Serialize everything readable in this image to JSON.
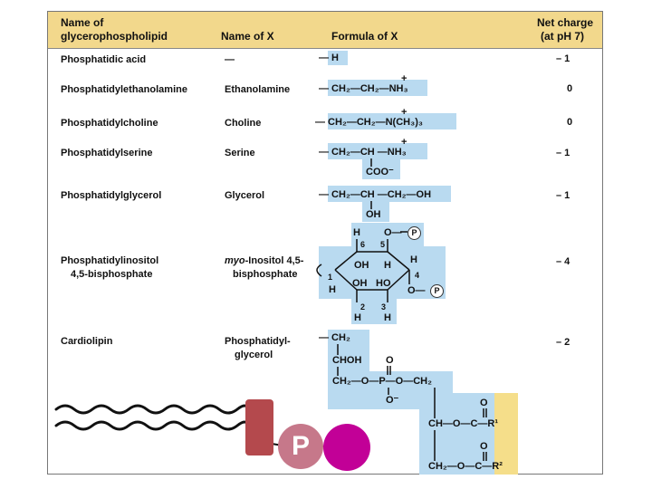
{
  "header": {
    "col1_line1": "Name of",
    "col1_line2": "glycerophospholipid",
    "col2": "Name of X",
    "col3": "Formula of X",
    "col4_line1": "Net charge",
    "col4_line2": "(at pH 7)"
  },
  "rows": [
    {
      "name": "Phosphatidic acid",
      "x_name": "—",
      "charge": "– 1"
    },
    {
      "name": "Phosphatidylethanolamine",
      "x_name": "Ethanolamine",
      "charge": "0"
    },
    {
      "name": "Phosphatidylcholine",
      "x_name": "Choline",
      "charge": "0"
    },
    {
      "name": "Phosphatidylserine",
      "x_name": "Serine",
      "charge": "– 1"
    },
    {
      "name": "Phosphatidylglycerol",
      "x_name": "Glycerol",
      "charge": "– 1"
    },
    {
      "name_line1": "Phosphatidylinositol",
      "name_line2": "4,5-bisphosphate",
      "x_name_italic": "myo",
      "x_name_line1": "-Inositol 4,5-",
      "x_name_line2": "bisphosphate",
      "charge": "– 4"
    },
    {
      "name": "Cardiolipin",
      "x_name_line1": "Phosphatidyl-",
      "x_name_line2": "glycerol",
      "charge": "– 2"
    }
  ],
  "formulas": {
    "pa": "— H",
    "pe": "— CH₂—CH₂—NH₃",
    "pe_plus": "+",
    "pc": "— CH₂—CH₂—N(CH₃)₃",
    "pc_plus": "+",
    "ps_main": "— CH₂—CH —NH₃",
    "ps_plus": "+",
    "ps_sub": "COO⁻",
    "pg_main": "— CH₂—CH —CH₂—OH",
    "pg_sub": "OH",
    "ino": {
      "h_top_left": "H",
      "o_top": "O—",
      "p1": "P",
      "n6": "6",
      "n5": "5",
      "oh_left": "OH",
      "h_mid": "H",
      "h_right": "H",
      "n4": "4",
      "n1": "1",
      "h_left": "H",
      "oh_low": "OH",
      "ho_low": "HO",
      "o_low": "O—",
      "p2": "P",
      "n2": "2",
      "n3": "3",
      "h_b1": "H",
      "h_b2": "H"
    },
    "cl": {
      "ch2_top": "— CH₂",
      "chohs": "CHOH",
      "o_dbl": "O",
      "ch2_mid": "CH₂—O—P—O—CH₂",
      "o_minus": "O⁻",
      "o1": "O",
      "ch_row": "CH—O—C—R¹",
      "o2": "O",
      "ch2_bot": "CH₂—O—C—R²"
    }
  },
  "icon": {
    "p_label": "P"
  },
  "colors": {
    "header_bg": "#f2d88c",
    "highlight_blue": "#b9daf0",
    "highlight_gold": "#f5de8a",
    "glycerol_block": "#b4494d",
    "phosphate": "#c6788a",
    "head_group": "#c20097"
  }
}
